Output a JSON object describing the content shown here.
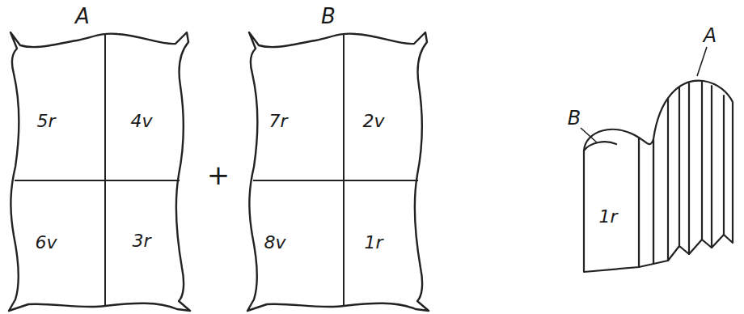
{
  "diagram": {
    "nodes": [
      {
        "text": [
          "A",
          "5r",
          "4v",
          "6v",
          "3r"
        ]
      },
      {
        "text": [
          "B",
          "7r",
          "2v",
          "8v",
          "1r"
        ]
      }
    ],
    "labels": [
      "+",
      "B",
      "A",
      "1r"
    ]
  }
}
